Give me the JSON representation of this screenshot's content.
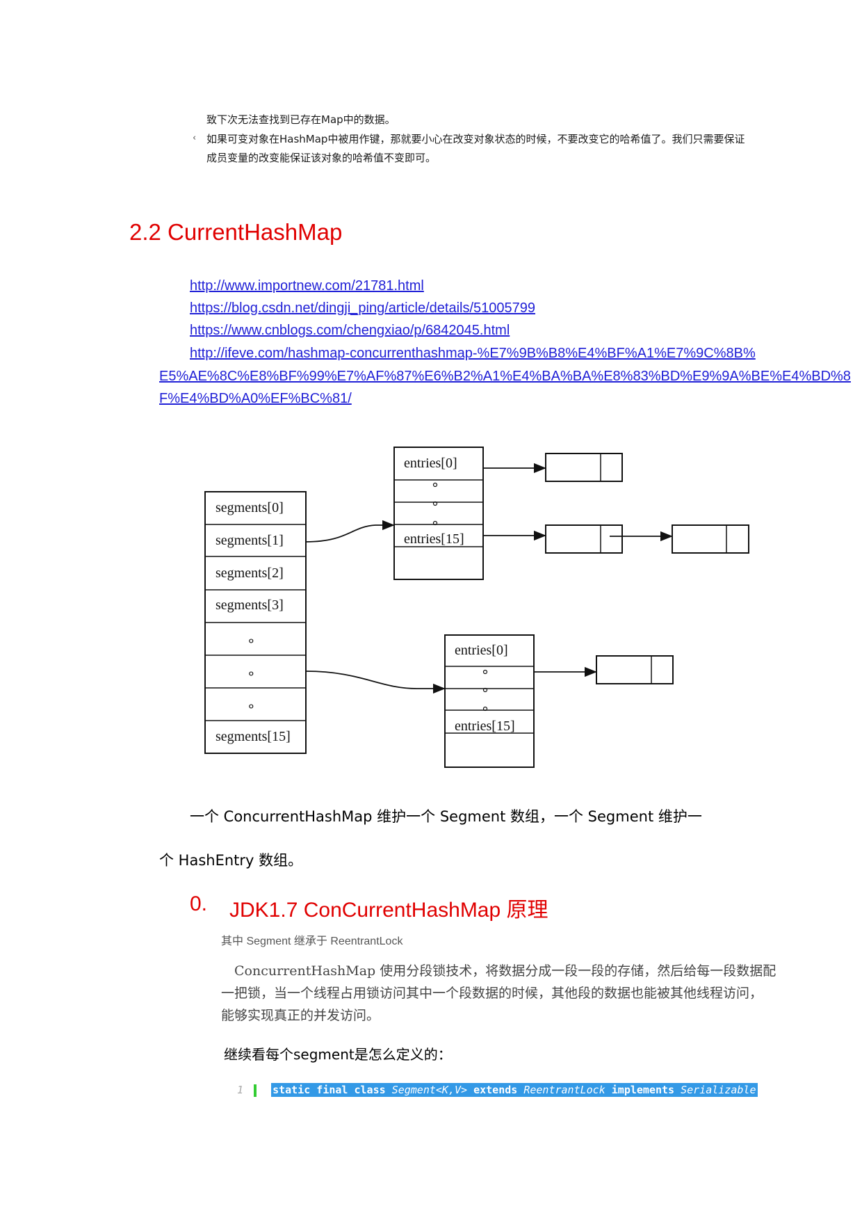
{
  "top_notes": {
    "line1": "致下次无法查找到已存在Map中的数据。",
    "bullet_mark": "‹",
    "line2": "如果可变对象在HashMap中被用作键，那就要小心在改变对象状态的时候，不要改变它的哈希值了。我们只需要保证",
    "line3": "成员变量的改变能保证该对象的哈希值不变即可。"
  },
  "section": {
    "title": "2.2 CurrentHashMap"
  },
  "links": {
    "link1": "http://www.importnew.com/21781.html",
    "link2": "https://blog.csdn.net/dingji_ping/article/details/51005799",
    "link3": "https://www.cnblogs.com/chengxiao/p/6842045.html",
    "link4_line1": "http://ifeve.com/hashmap-concurrenthashmap-%E7%9B%B8%E4%BF%A1%E7%9C%8B%",
    "link4_line2": "E5%AE%8C%E8%BF%99%E7%AF%87%E6%B2%A1%E4%BA%BA%E8%83%BD%E9%9A%BE%E4%BD%8",
    "link4_line3": "F%E4%BD%A0%EF%BC%81/"
  },
  "diagram": {
    "segments": [
      "segments[0]",
      "segments[1]",
      "segments[2]",
      "segments[3]",
      "∘",
      "∘",
      "∘",
      "segments[15]"
    ],
    "table_a": {
      "first": "entries[0]",
      "last": "entries[15]"
    },
    "table_b": {
      "first": "entries[0]",
      "last": "entries[15]"
    }
  },
  "description": {
    "line1": "一个 ConcurrentHashMap 维护一个 Segment 数组，一个 Segment 维护一",
    "line2": "个 HashEntry 数组。"
  },
  "heading2": {
    "number": "0.",
    "text": "JDK1.7 ConCurrentHashMap 原理"
  },
  "sub_note": "其中 Segment 继承于 ReentrantLock",
  "body": {
    "line1": "ConcurrentHashMap 使用分段锁技术，将数据分成一段一段的存储，然后给每一段数据配",
    "line2": "一把锁，当一个线程占用锁访问其中一个段数据的时候，其他段的数据也能被其他线程访问，",
    "line3": "能够实现真正的并发访问。"
  },
  "segment_heading": "继续看每个segment是怎么定义的：",
  "code": {
    "line_number": "1",
    "kw1": "static final class",
    "type1": "Segment<K,V>",
    "kw2": "extends",
    "type2": "ReentrantLock",
    "kw3": "implements",
    "type3": "Serializable"
  },
  "colors": {
    "heading": "#e00000",
    "link": "#1f1fd6",
    "code_highlight": "#3399e6",
    "line_bar": "#33cc33"
  }
}
